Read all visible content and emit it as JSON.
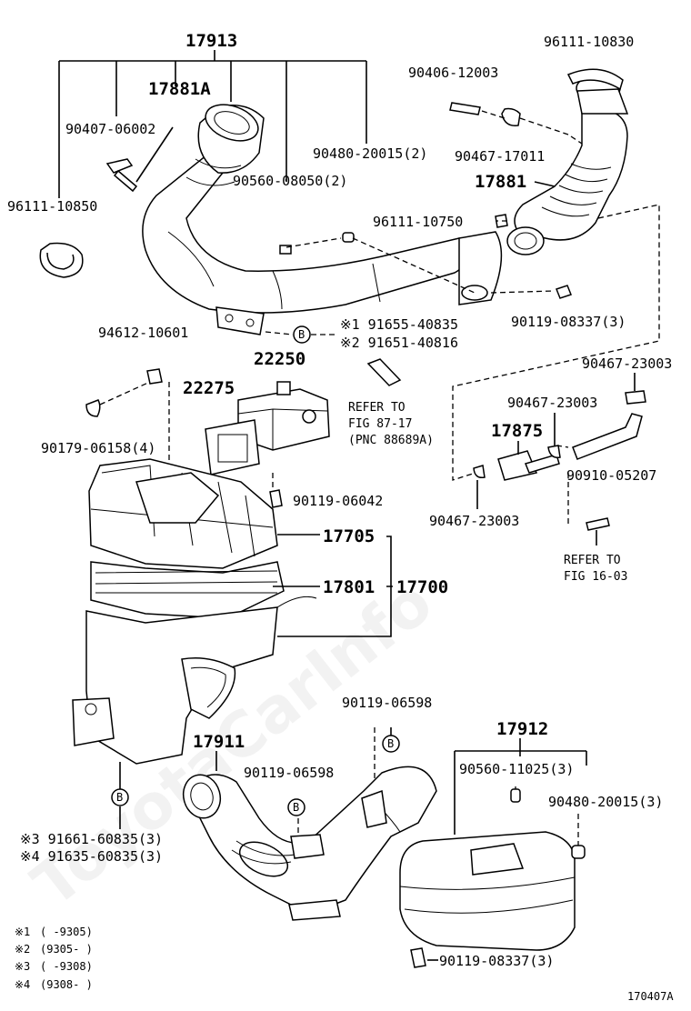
{
  "watermark": "ToyotaCarInfo",
  "figure_id": "170407A",
  "circle_mark": "B",
  "callouts": {
    "p17913": "17913",
    "p17881A": "17881A",
    "p90407": "90407-06002",
    "p96111_10850": "96111-10850",
    "p90560_08050": "90560-08050(2)",
    "p90480_top": "90480-20015(2)",
    "p90406": "90406-12003",
    "p96111_10830": "96111-10830",
    "p90467_17011": "90467-17011",
    "p17881": "17881",
    "p96111_10750": "96111-10750",
    "p90119_08337_top": "90119-08337(3)",
    "p91655": "※1 91655-40835",
    "p91651": "※2 91651-40816",
    "p94612": "94612-10601",
    "p22250": "22250",
    "p22275": "22275",
    "p90179": "90179-06158(4)",
    "p90119_06042": "90119-06042",
    "p90467_a": "90467-23003",
    "p90467_b": "90467-23003",
    "p90467_c": "90467-23003",
    "p17875": "17875",
    "p90910": "90910-05207",
    "p17705": "17705",
    "p17801": "17801",
    "p17700": "17700",
    "p90119_06598_a": "90119-06598",
    "p90119_06598_b": "90119-06598",
    "p17911": "17911",
    "p17912": "17912",
    "p90560_11025": "90560-11025(3)",
    "p90480_bottom": "90480-20015(3)",
    "p91661": "※3 91661-60835(3)",
    "p91635": "※4 91635-60835(3)",
    "p90119_08337_bottom": "90119-08337(3)"
  },
  "refer_notes": {
    "fig87_line1": "REFER TO",
    "fig87_line2": "FIG 87-17",
    "fig87_line3": "(PNC 88689A)",
    "fig16_line1": "REFER TO",
    "fig16_line2": "FIG 16-03"
  },
  "footnotes": [
    {
      "mark": "※1",
      "range": "(      -9305)"
    },
    {
      "mark": "※2",
      "range": "(9305-      )"
    },
    {
      "mark": "※3",
      "range": "(      -9308)"
    },
    {
      "mark": "※4",
      "range": "(9308-      )"
    }
  ]
}
